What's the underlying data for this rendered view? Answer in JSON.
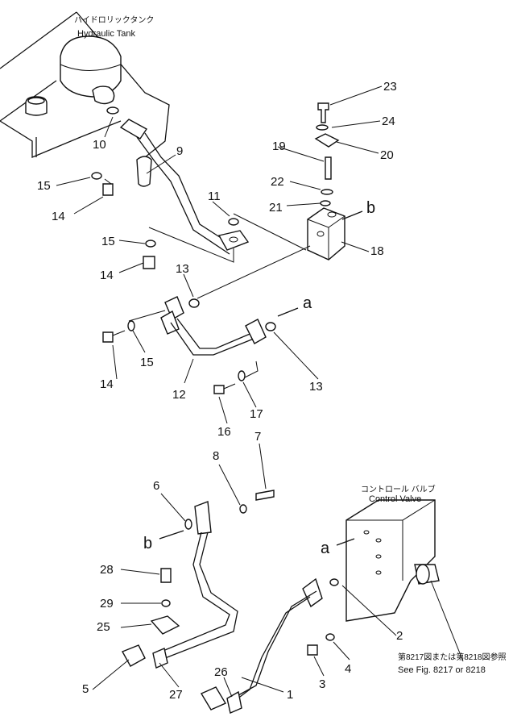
{
  "captions": {
    "tank_jp": "ハイドロリックタンク",
    "tank_en": "Hydraulic Tank",
    "valve_jp": "コントロール バルブ",
    "valve_en": "Control Valve",
    "fig_jp": "第8217図または第8218図参照",
    "fig_en": "See Fig. 8217 or 8218"
  },
  "connection_letters": {
    "a_upper": "a",
    "a_lower": "a",
    "b_upper": "b",
    "b_lower": "b"
  },
  "callouts": {
    "n1": "1",
    "n2": "2",
    "n3": "3",
    "n4": "4",
    "n5": "5",
    "n6": "6",
    "n7": "7",
    "n8": "8",
    "n9": "9",
    "n10": "10",
    "n11": "11",
    "n12": "12",
    "n13a": "13",
    "n13b": "13",
    "n14a": "14",
    "n14b": "14",
    "n14c": "14",
    "n15a": "15",
    "n15b": "15",
    "n15c": "15",
    "n16": "16",
    "n17": "17",
    "n18": "18",
    "n19": "19",
    "n20": "20",
    "n21": "21",
    "n22": "22",
    "n23": "23",
    "n24": "24",
    "n25": "25",
    "n26": "26",
    "n27": "27",
    "n28": "28",
    "n29": "29"
  }
}
